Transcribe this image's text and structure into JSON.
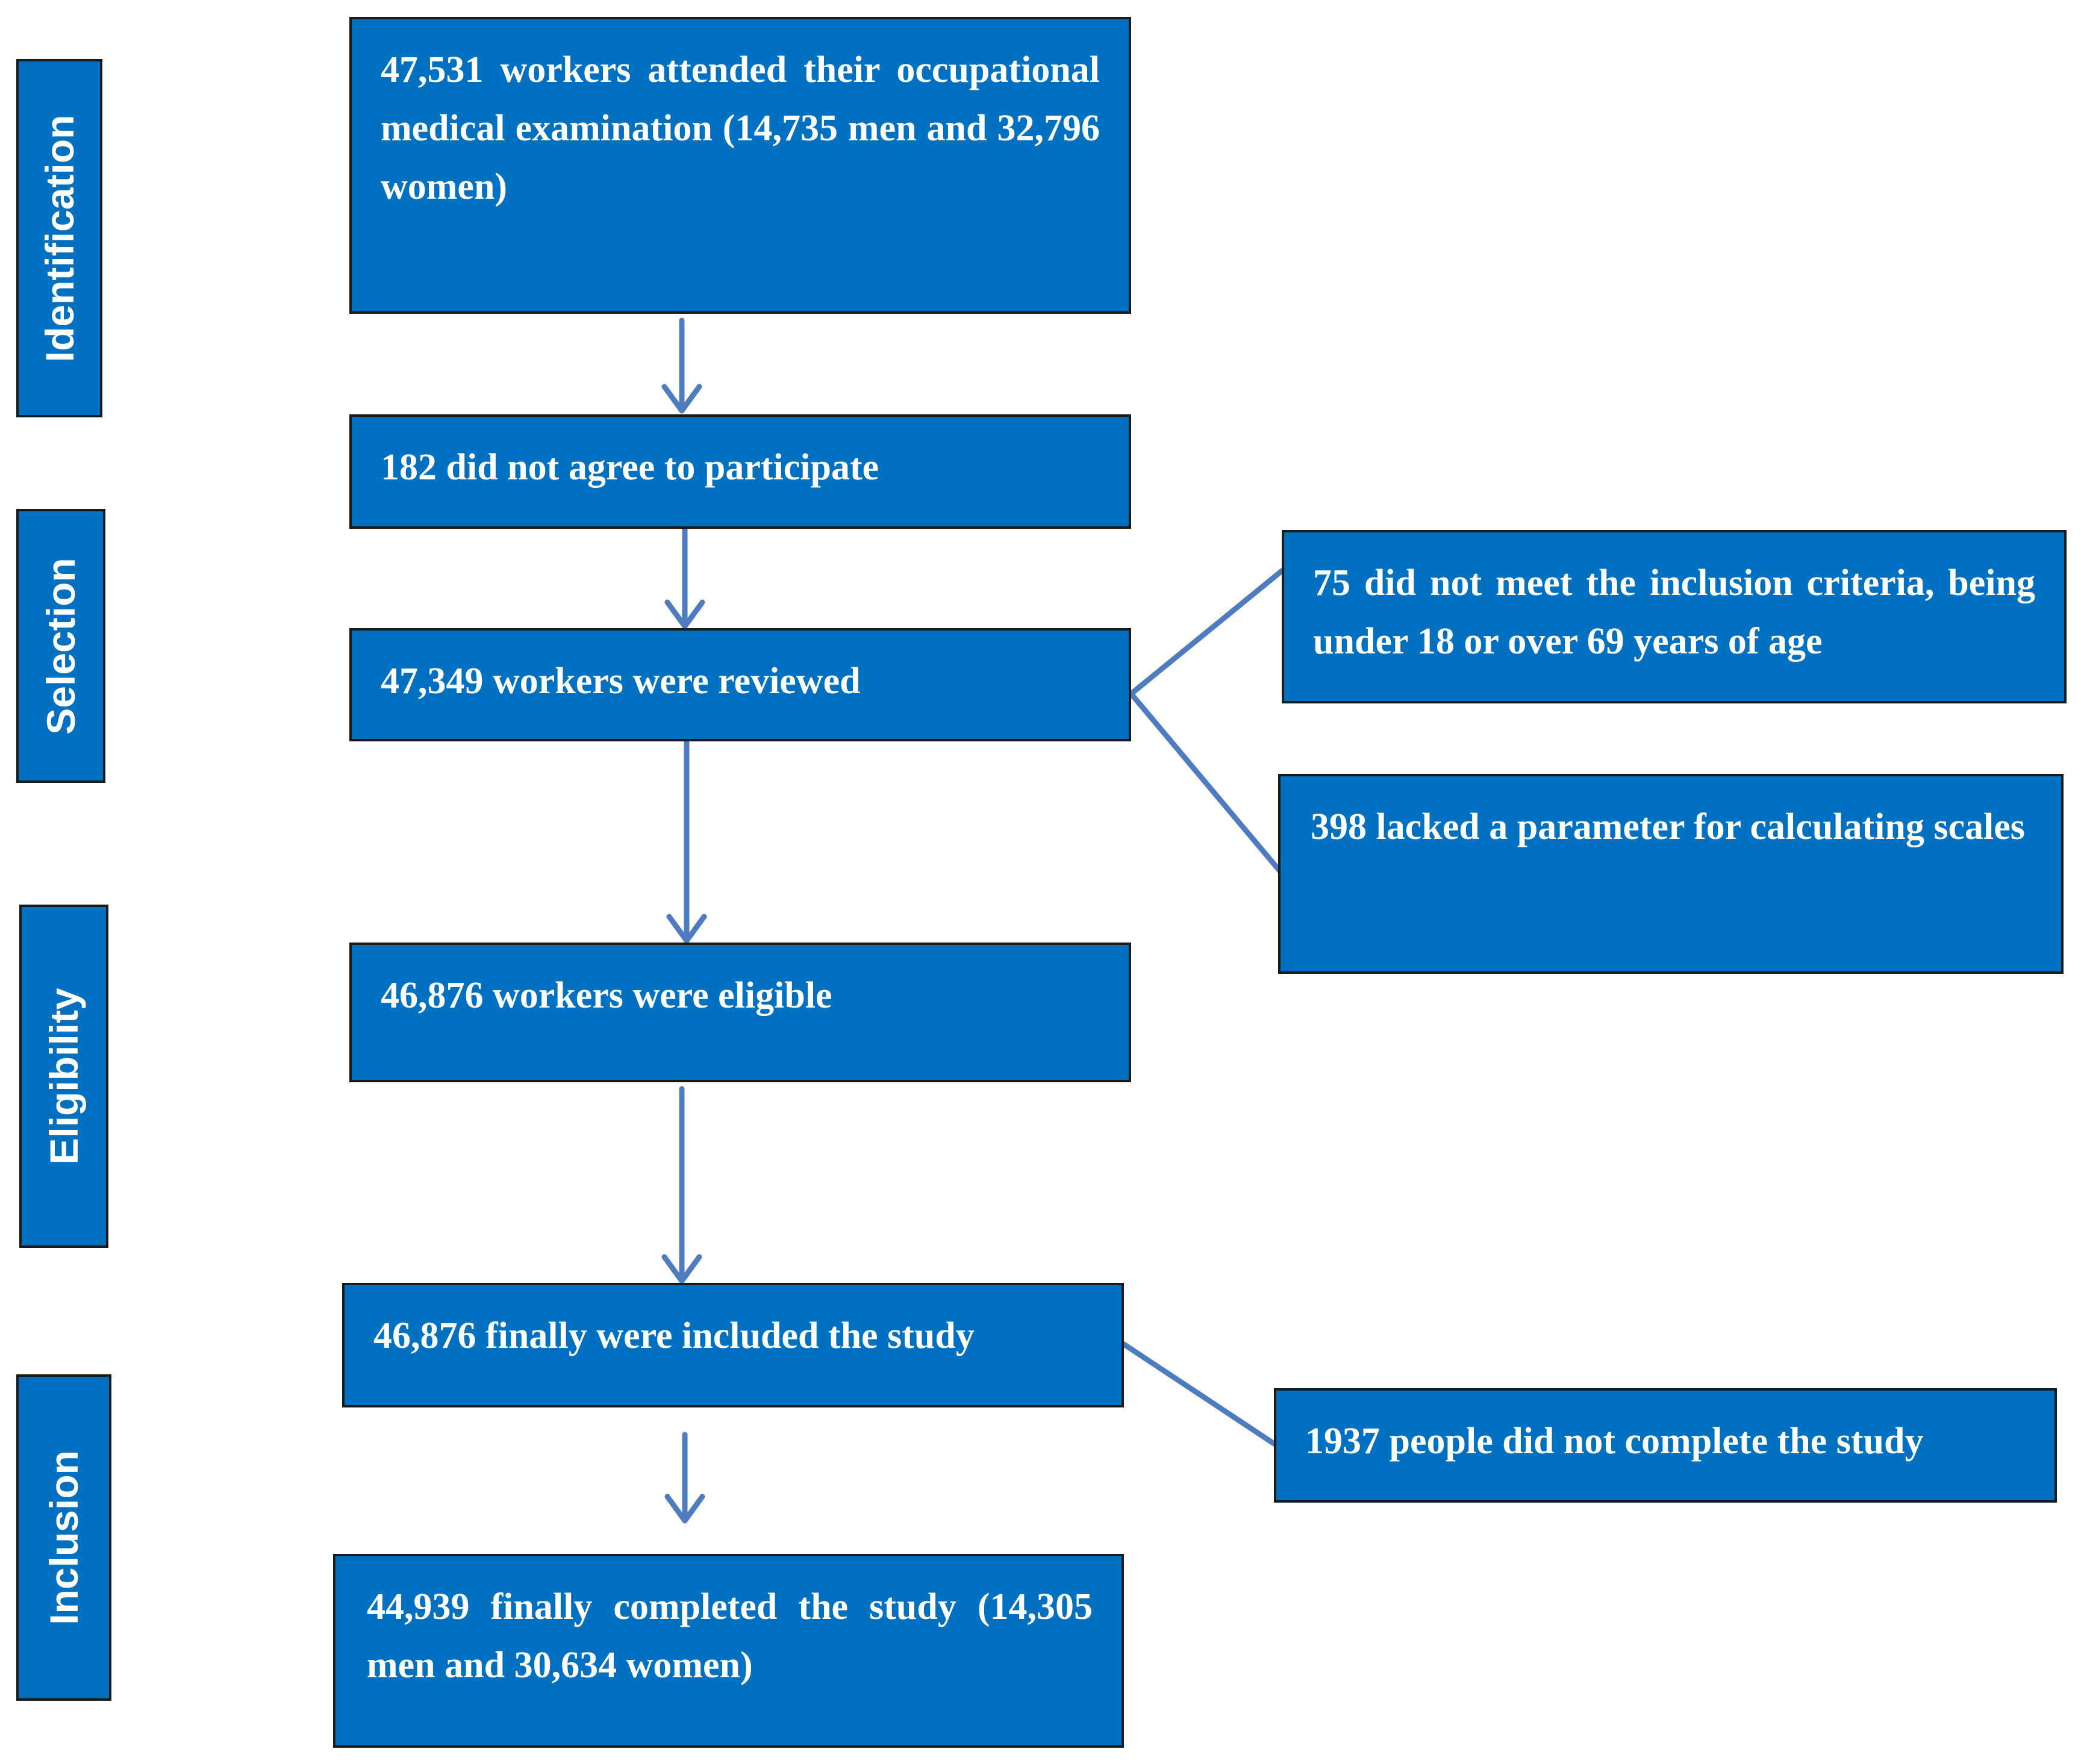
{
  "colors": {
    "box_fill": "#0070c0",
    "box_border": "#1a1a1a",
    "connector": "#4f7cc0",
    "text": "#ffffff"
  },
  "stages": {
    "identification": "Identification",
    "selection": "Selection",
    "eligibility": "Eligibility",
    "inclusion": "Inclusion"
  },
  "boxes": {
    "attended": "47,531 workers attended their occupational medical examination (14,735 men and 32,796 women)",
    "declined": "182 did not agree to participate",
    "reviewed": "47,349 workers were reviewed",
    "excluded_age": "75 did not meet the inclusion criteria, being under 18 or over 69 years of age",
    "excluded_parameter": "398  lacked a parameter for calculating scales",
    "eligible": "46,876 workers were eligible",
    "included": "46,876 finally were included the study",
    "not_completed": "1937 people did not complete the study",
    "completed": "44,939 finally completed  the study (14,305 men and 30,634 women)"
  }
}
